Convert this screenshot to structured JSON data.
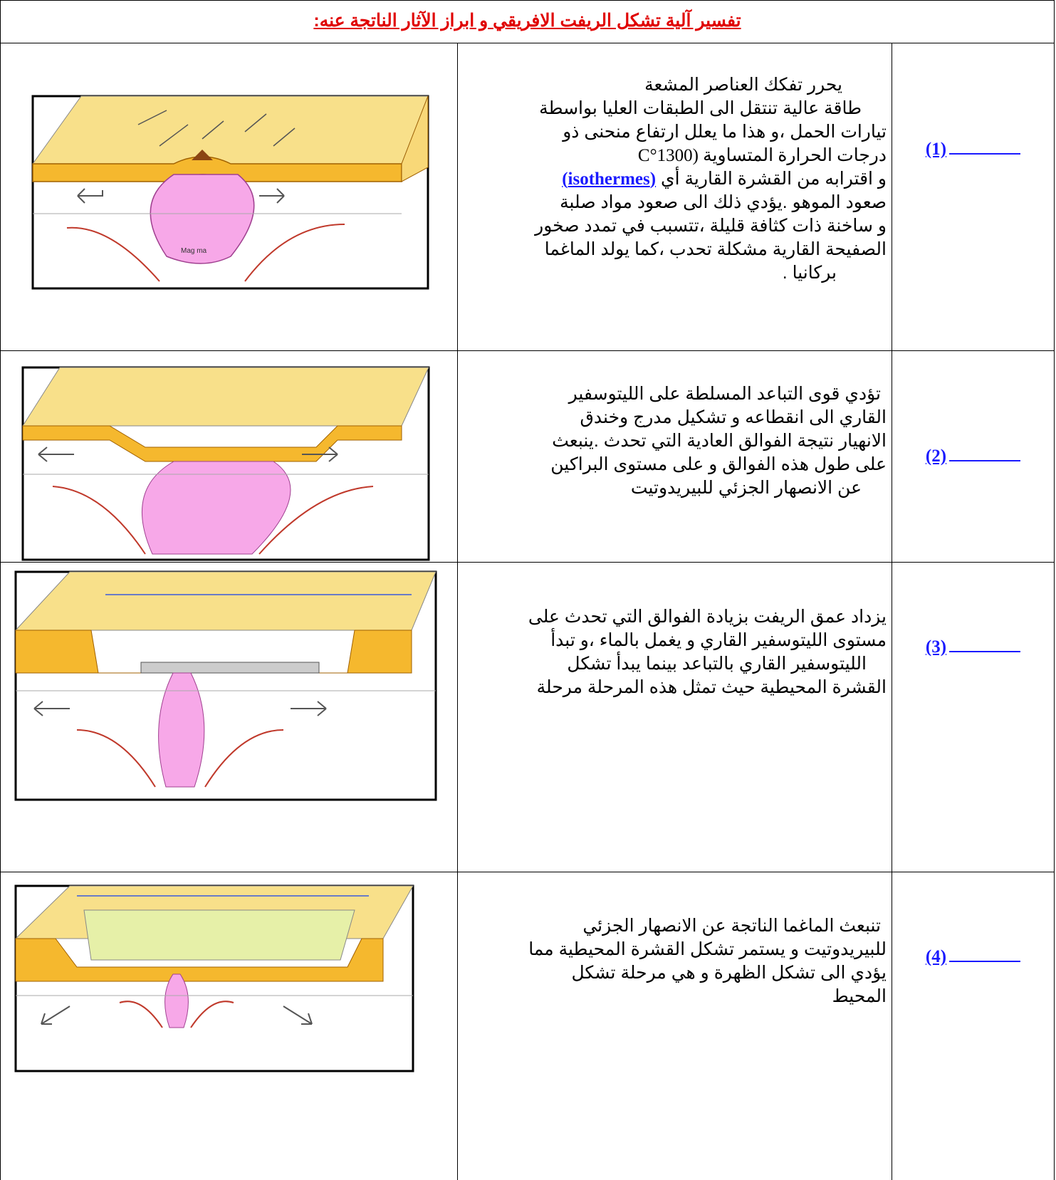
{
  "title": "تفسير آلية تشكل الريفت الافريقي و ابراز الآثار الناتجة عنه:",
  "rows": [
    {
      "number": "(1)",
      "lines": [
        "يحرر تفكك العناصر المشعة",
        "طاقة عالية تنتقل الى الطبقات العليا بواسطة",
        "تيارات الحمل ،و هذا ما يعلل ارتفاع منحنى ذو",
        "درجات الحرارة المتساوية (1300°C",
        "و اقترابه من القشرة القارية أي",
        "صعود الموهو .يؤدي ذلك الى صعود مواد صلبة",
        "و ساخنة ذات كثافة قليلة ،تتسبب في تمدد صخور",
        "الصفيحة القارية مشكلة تحدب ،كما يولد الماغما",
        "بركانيا ."
      ],
      "term": "(isothermes)",
      "figure_label": "Mag ma"
    },
    {
      "number": "(2)",
      "lines": [
        "تؤدي  قوى التباعد المسلطة على الليتوسفير",
        "القاري الى انقطاعه و تشكيل مدرج وخندق",
        "الانهيار نتيجة الفوالق العادية التي تحدث .ينبعث",
        "على طول هذه الفوالق و على مستوى البراكين",
        "عن الانصهار الجزئي للبيريدوتيت"
      ]
    },
    {
      "number": "(3)",
      "lines": [
        "يزداد عمق الريفت بزيادة الفوالق التي تحدث على",
        "مستوى الليتوسفير القاري و يغمل بالماء ،و تبدأ",
        "الليتوسفير القاري بالتباعد بينما يبدأ تشكل",
        "القشرة المحيطية حيث تمثل هذه المرحلة مرحلة"
      ]
    },
    {
      "number": "(4)",
      "lines": [
        "تنبعث الماغما الناتجة عن الانصهار الجزئي",
        "للبيريدوتيت و يستمر تشكل القشرة المحيطية مما",
        "يؤدي الى تشكل الظهرة و هي مرحلة تشكل",
        "المحيط"
      ]
    }
  ],
  "colors": {
    "title": "#e00000",
    "number": "#1a1aff",
    "crust": "#f5c542",
    "crust_top": "#f8e08a",
    "magma": "#f7a8e8",
    "arrow": "#d9534f",
    "water": "#3b5bdb"
  }
}
